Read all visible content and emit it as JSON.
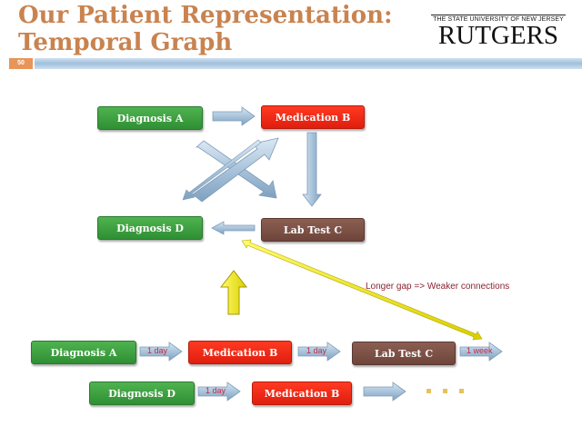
{
  "slide": {
    "title_line1": "Our Patient Representation:",
    "title_line2": "Temporal Graph",
    "page_number": "50",
    "logo_tagline": "THE STATE UNIVERSITY OF NEW JERSEY",
    "logo_name": "RUTGERS"
  },
  "graph": {
    "nodes": [
      {
        "id": "diagnosis-a",
        "label": "Diagnosis A",
        "color": "#3fa33f"
      },
      {
        "id": "medication-b",
        "label": "Medication B",
        "color": "#f02a18"
      },
      {
        "id": "lab-test-c",
        "label": "Lab Test C",
        "color": "#7d5146"
      },
      {
        "id": "diagnosis-d",
        "label": "Diagnosis D",
        "color": "#3fa33f"
      }
    ],
    "edges": [
      {
        "from": "Diagnosis A",
        "to": "Medication B"
      },
      {
        "from": "Medication B",
        "to": "Lab Test C"
      },
      {
        "from": "Lab Test C",
        "to": "Diagnosis D"
      },
      {
        "from": "Diagnosis A",
        "to": "Lab Test C"
      },
      {
        "from": "Diagnosis D",
        "to": "Medication B"
      },
      {
        "from": "Medication B",
        "to": "Diagnosis D"
      }
    ]
  },
  "sequence1": {
    "items": [
      "Diagnosis A",
      "Medication B",
      "Lab Test C"
    ],
    "gaps": [
      "1 day",
      "1 day",
      "1 week"
    ]
  },
  "sequence2": {
    "items": [
      "Diagnosis D",
      "Medication B"
    ],
    "gaps": [
      "1 day"
    ],
    "ellipsis": "..."
  },
  "annotation": {
    "text": "Longer gap => Weaker connections",
    "highlight_color": "#f0e81c"
  }
}
